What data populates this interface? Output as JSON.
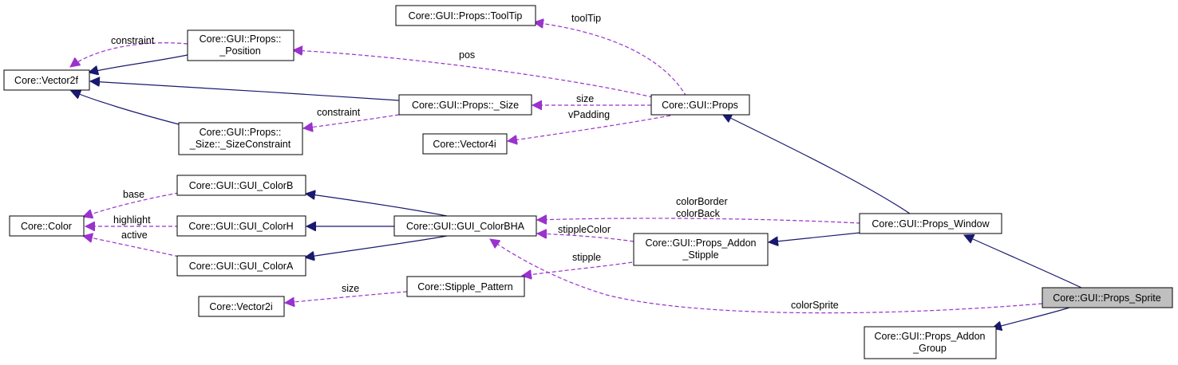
{
  "nodes": {
    "tooltip": [
      "Core::GUI::Props::ToolTip"
    ],
    "position": [
      "Core::GUI::Props::",
      "_Position"
    ],
    "vector2f": [
      "Core::Vector2f"
    ],
    "size": [
      "Core::GUI::Props::_Size"
    ],
    "props": [
      "Core::GUI::Props"
    ],
    "sizeconstraint": [
      "Core::GUI::Props::",
      "_Size::_SizeConstraint"
    ],
    "vector4i": [
      "Core::Vector4i"
    ],
    "colorb": [
      "Core::GUI::GUI_ColorB"
    ],
    "color": [
      "Core::Color"
    ],
    "colorh": [
      "Core::GUI::GUI_ColorH"
    ],
    "colorbha": [
      "Core::GUI::GUI_ColorBHA"
    ],
    "colora": [
      "Core::GUI::GUI_ColorA"
    ],
    "addon_stipple": [
      "Core::GUI::Props_Addon",
      "_Stipple"
    ],
    "props_window": [
      "Core::GUI::Props_Window"
    ],
    "stipple_pattern": [
      "Core::Stipple_Pattern"
    ],
    "vector2i": [
      "Core::Vector2i"
    ],
    "props_sprite": [
      "Core::GUI::Props_Sprite"
    ],
    "addon_group": [
      "Core::GUI::Props_Addon",
      "_Group"
    ]
  },
  "labels": {
    "tooltip": "toolTip",
    "pos_constraint": "constraint",
    "pos": "pos",
    "size": "size",
    "size_constraint": "constraint",
    "vpadding": "vPadding",
    "base": "base",
    "highlight": "highlight",
    "active": "active",
    "color_border": "colorBorder",
    "color_back": "colorBack",
    "stipple_color": "stippleColor",
    "stipple": "stipple",
    "pattern_size": "size",
    "color_sprite": "colorSprite"
  },
  "colors": {
    "inherit_edge": "#191970",
    "use_edge": "#9a32cd",
    "highlight_fill": "#bfbfbf"
  }
}
